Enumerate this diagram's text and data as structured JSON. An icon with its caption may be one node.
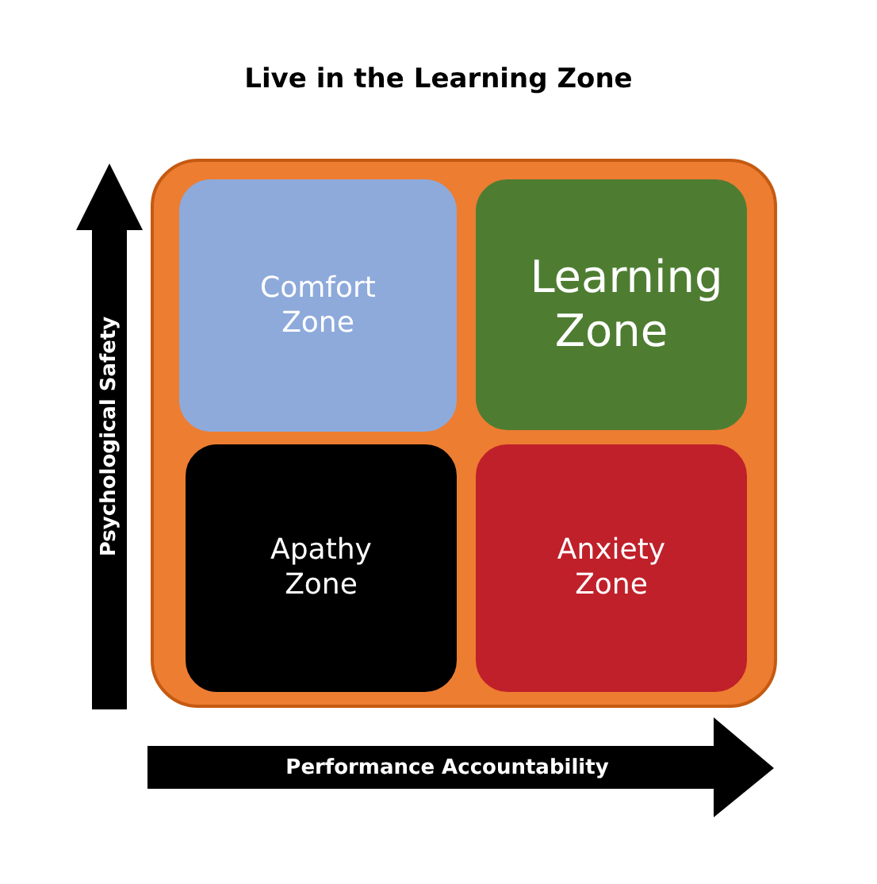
{
  "diagram": {
    "title": "Live in the Learning Zone",
    "nodes": [
      {
        "text": [],
        "shape": "box"
      },
      {
        "text": [
          "Comfort Zone"
        ],
        "in": 0
      },
      {
        "text": [
          "Learning Zone"
        ],
        "in": 0
      },
      {
        "text": [
          "Apathy Zone"
        ],
        "in": 0
      },
      {
        "text": [
          "Anxiety Zone"
        ],
        "in": 0
      }
    ],
    "labels": [
      "Psychological Safety",
      "Performance Accountability"
    ]
  }
}
